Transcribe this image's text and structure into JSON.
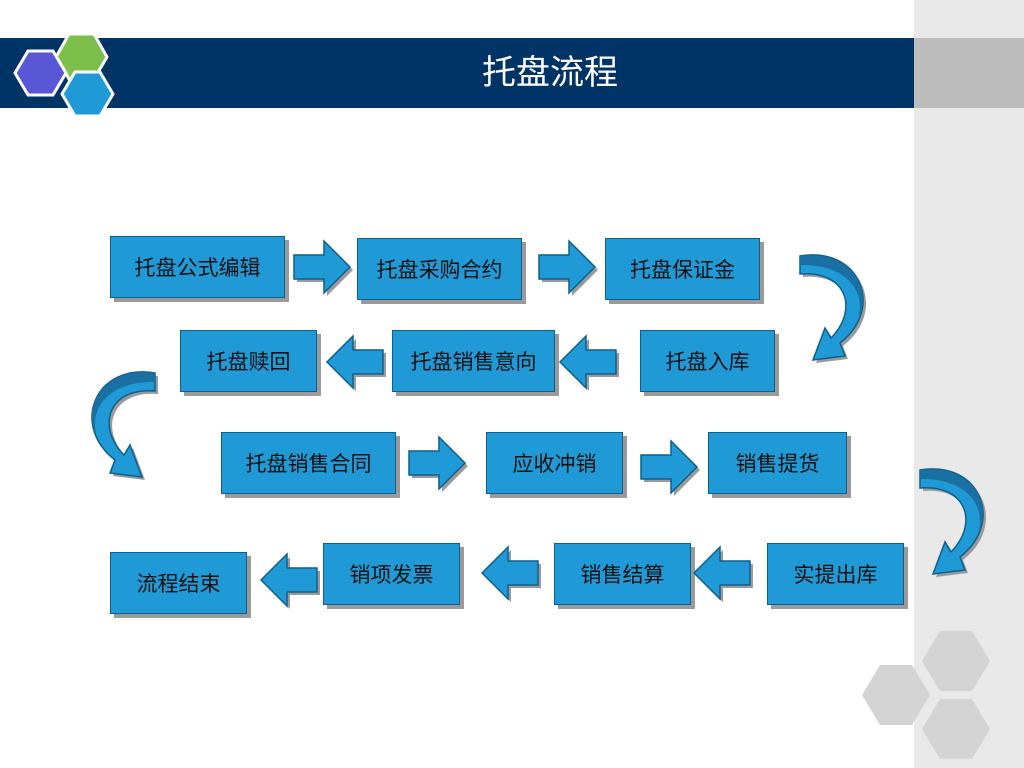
{
  "slide": {
    "title": "托盘流程"
  },
  "flow": {
    "steps": [
      "托盘公式编辑",
      "托盘采购合约",
      "托盘保证金",
      "托盘入库",
      "托盘销售意向",
      "托盘赎回",
      "托盘销售合同",
      "应收冲销",
      "销售提货",
      "实提出库",
      "销售结算",
      "销项发票",
      "流程结束"
    ]
  },
  "colors": {
    "title_bar": "#003366",
    "box_fill": "#1f9ad6",
    "arrow_fill": "#1f9ad6",
    "hex_green": "#7cbf4a",
    "hex_purple": "#5a57d6",
    "hex_blue": "#1f9ad6",
    "panel_gray": "#e9e9e9"
  },
  "icons": [
    "hexagon-logo-icon",
    "gray-hexagon-decoration-icon"
  ]
}
